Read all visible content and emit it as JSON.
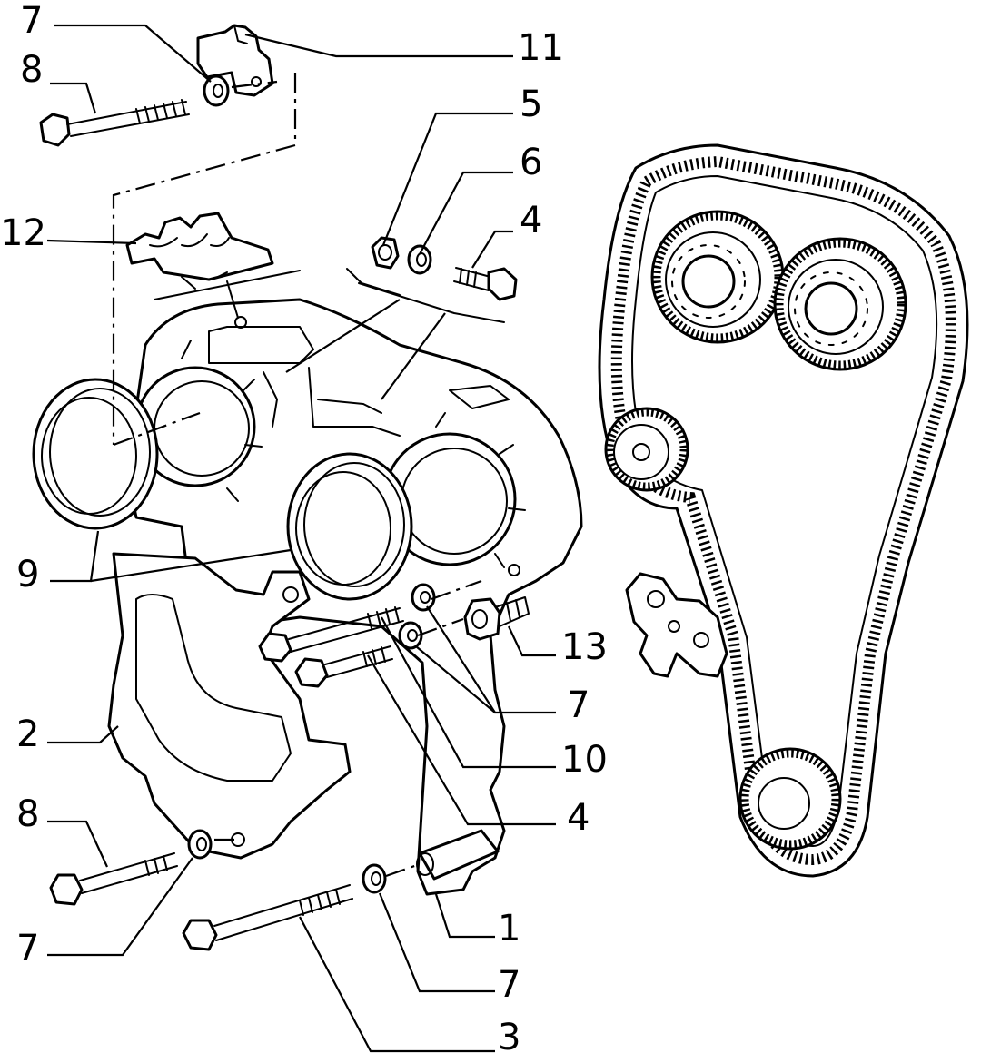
{
  "callouts": [
    {
      "id": "c7-top",
      "label": "7"
    },
    {
      "id": "c8-top",
      "label": "8"
    },
    {
      "id": "c11",
      "label": "11"
    },
    {
      "id": "c5",
      "label": "5"
    },
    {
      "id": "c6",
      "label": "6"
    },
    {
      "id": "c4-top",
      "label": "4"
    },
    {
      "id": "c12",
      "label": "12"
    },
    {
      "id": "c9",
      "label": "9"
    },
    {
      "id": "c13",
      "label": "13"
    },
    {
      "id": "c7-mid",
      "label": "7"
    },
    {
      "id": "c2",
      "label": "2"
    },
    {
      "id": "c10",
      "label": "10"
    },
    {
      "id": "c8-bottom",
      "label": "8"
    },
    {
      "id": "c4-bottom",
      "label": "4"
    },
    {
      "id": "c1",
      "label": "1"
    },
    {
      "id": "c7-bottom-left",
      "label": "7"
    },
    {
      "id": "c7-bottom-right",
      "label": "7"
    },
    {
      "id": "c3",
      "label": "3"
    }
  ]
}
